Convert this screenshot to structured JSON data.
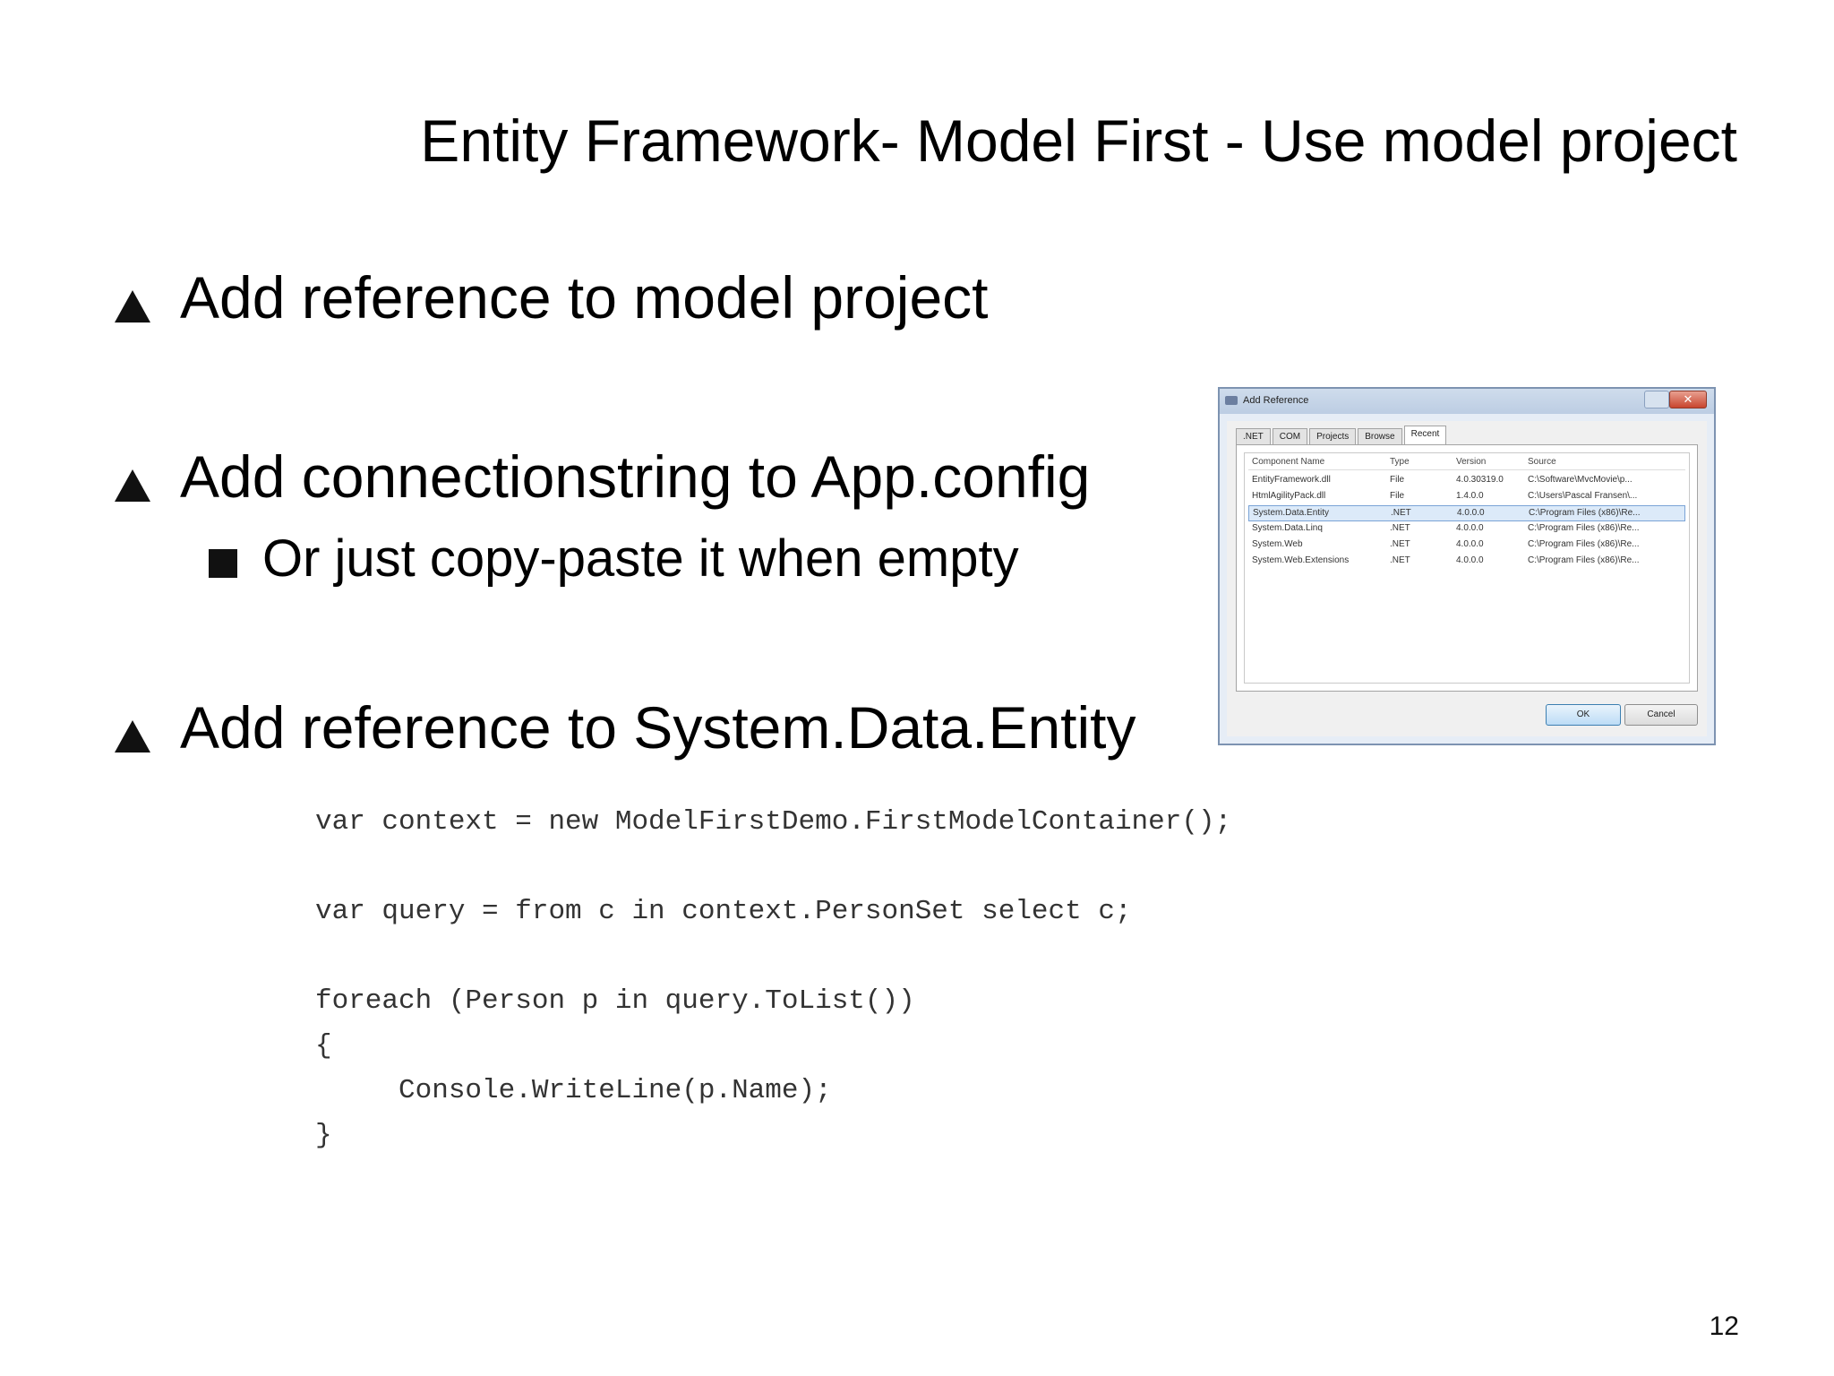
{
  "slide": {
    "title": "Entity Framework- Model First - Use model project",
    "bullets": [
      "Add reference to model project",
      "Add connectionstring to App.config",
      "Add reference to System.Data.Entity"
    ],
    "sub_bullets": [
      "Or just copy-paste it when empty"
    ],
    "code_lines": [
      "var context = new ModelFirstDemo.FirstModelContainer();",
      "var query = from c in context.PersonSet select c;",
      "foreach (Person p in query.ToList())",
      "{",
      "     Console.WriteLine(p.Name);",
      "}"
    ],
    "page_number": "12"
  },
  "dialog": {
    "title": "Add Reference",
    "tabs": [
      ".NET",
      "COM",
      "Projects",
      "Browse",
      "Recent"
    ],
    "active_tab": "Recent",
    "columns": [
      "Component Name",
      "Type",
      "Version",
      "Source"
    ],
    "rows": [
      [
        "EntityFramework.dll",
        "File",
        "4.0.30319.0",
        "C:\\Software\\MvcMovie\\p..."
      ],
      [
        "HtmlAgilityPack.dll",
        "File",
        "1.4.0.0",
        "C:\\Users\\Pascal Fransen\\..."
      ],
      [
        "System.Data.Entity",
        ".NET",
        "4.0.0.0",
        "C:\\Program Files (x86)\\Re..."
      ],
      [
        "System.Data.Linq",
        ".NET",
        "4.0.0.0",
        "C:\\Program Files (x86)\\Re..."
      ],
      [
        "System.Web",
        ".NET",
        "4.0.0.0",
        "C:\\Program Files (x86)\\Re..."
      ],
      [
        "System.Web.Extensions",
        ".NET",
        "4.0.0.0",
        "C:\\Program Files (x86)\\Re..."
      ]
    ],
    "selected_row": 2,
    "ok_label": "OK",
    "cancel_label": "Cancel",
    "close_glyph": "✕"
  }
}
